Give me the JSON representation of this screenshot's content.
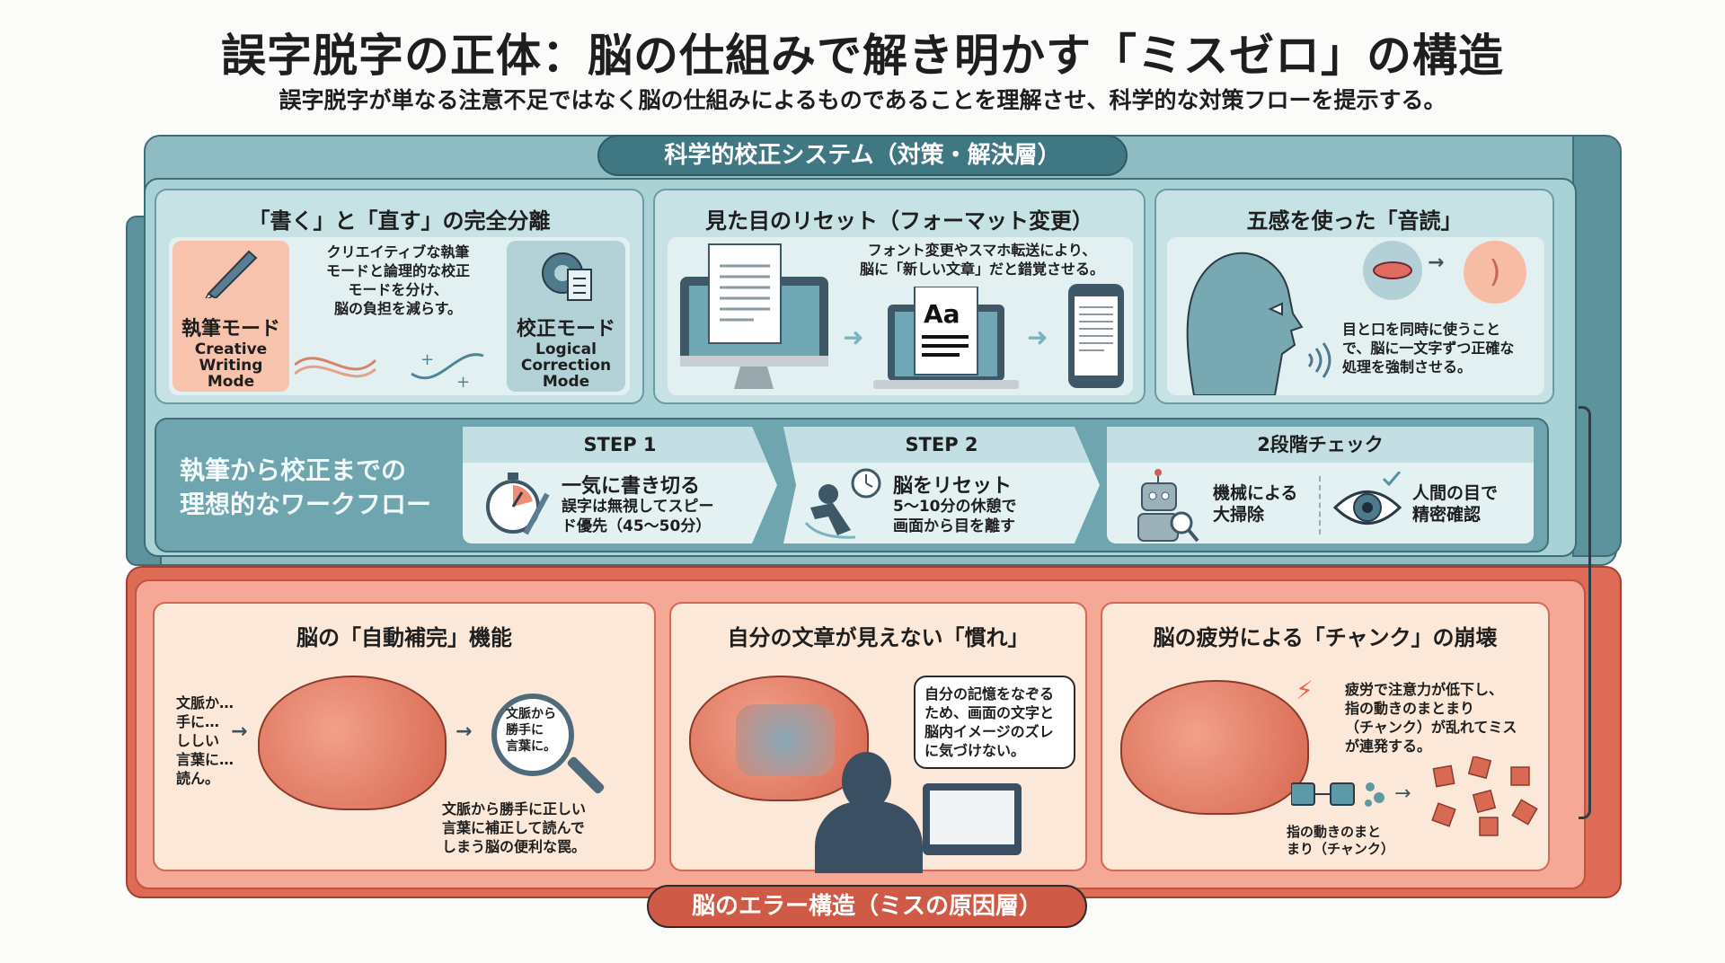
{
  "header": {
    "title": "誤字脱字の正体：脳の仕組みで解き明かす「ミスゼロ」の構造",
    "subtitle": "誤字脱字が単なる注意不足ではなく脳の仕組みによるものであることを理解させ、科学的な対策フローを提示する。"
  },
  "solution_layer": {
    "label": "科学的校正システム（対策・解決層）",
    "color": "#3f7883",
    "cards": [
      {
        "title": "「書く」と「直す」の完全分離",
        "left_mode": {
          "jp": "執筆モード",
          "en1": "Creative",
          "en2": "Writing",
          "en3": "Mode"
        },
        "description": [
          "クリエイティブな執筆",
          "モードと論理的な校正",
          "モードを分け、",
          "脳の負担を減らす。"
        ],
        "right_mode": {
          "jp": "校正モード",
          "en1": "Logical",
          "en2": "Correction",
          "en3": "Mode"
        }
      },
      {
        "title": "見た目のリセット（フォーマット変更）",
        "description": [
          "フォント変更やスマホ転送により、",
          "脳に「新しい文章」だと錯覚させる。"
        ],
        "font_sample": "Aa"
      },
      {
        "title": "五感を使った「音読」",
        "description": [
          "目と口を同時に使うこと",
          "で、脳に一文字ずつ正確な",
          "処理を強制させる。"
        ]
      }
    ],
    "workflow": {
      "label": [
        "執筆から校正までの",
        "理想的なワークフロー"
      ],
      "steps": [
        {
          "head": "STEP 1",
          "main": "一気に書き切る",
          "sub": [
            "誤字は無視してスピー",
            "ド優先（45〜50分）"
          ]
        },
        {
          "head": "STEP 2",
          "main": "脳をリセット",
          "sub": [
            "5〜10分の休憩で",
            "画面から目を離す"
          ]
        },
        {
          "head": "2段階チェック",
          "left": [
            "機械による",
            "大掃除"
          ],
          "right": [
            "人間の目で",
            "精密確認"
          ]
        }
      ]
    }
  },
  "error_layer": {
    "label": "脳のエラー構造（ミスの原因層）",
    "color": "#cf5a45",
    "cards": [
      {
        "title": "脳の「自動補完」機能",
        "left_text": [
          "文脈か…",
          "手に…",
          "ししい",
          "言葉に…",
          "読ん。"
        ],
        "lens_text": [
          "文脈から",
          "勝手に",
          "言葉に。"
        ],
        "description": [
          "文脈から勝手に正しい",
          "言葉に補正して読んで",
          "しまう脳の便利な罠。"
        ]
      },
      {
        "title": "自分の文章が見えない「慣れ」",
        "bubble": [
          "自分の記憶をなぞる",
          "ため、画面の文字と",
          "脳内イメージのズレ",
          "に気づけない。"
        ]
      },
      {
        "title": "脳の疲労による「チャンク」の崩壊",
        "description": [
          "疲労で注意力が低下し、",
          "指の動きのまとまり",
          "（チャンク）が乱れてミス",
          "が連発する。"
        ],
        "chunk_label": [
          "指の動きのまと",
          "まり（チャンク）"
        ]
      }
    ]
  }
}
